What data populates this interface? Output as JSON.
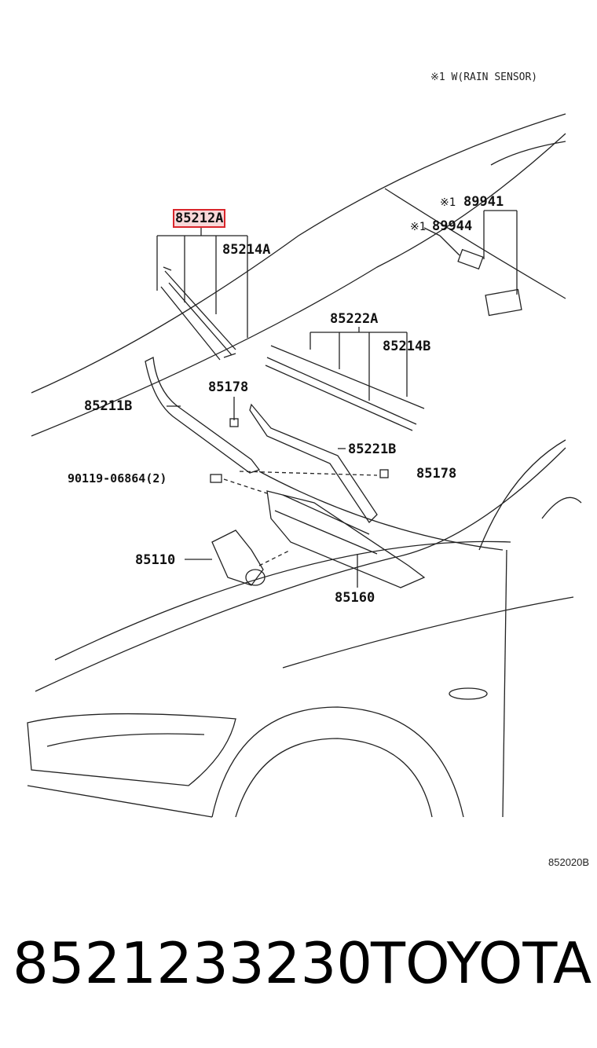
{
  "note": "※1 W(RAIN SENSOR)",
  "labels": {
    "p85212A": "85212A",
    "p85214A": "85214A",
    "p89941": "89941",
    "p89944": "89944",
    "mark1": "※1",
    "mark2": "※1",
    "p85222A": "85222A",
    "p85214B": "85214B",
    "p85178a": "85178",
    "p85211B": "85211B",
    "p85221B": "85221B",
    "p90119": "90119-06864(2)",
    "p85178b": "85178",
    "p85110": "85110",
    "p85160": "85160"
  },
  "figure_code": "852020B",
  "part_number": "8521233230",
  "brand": "TOYOTA",
  "highlight_color": "#d9262c"
}
